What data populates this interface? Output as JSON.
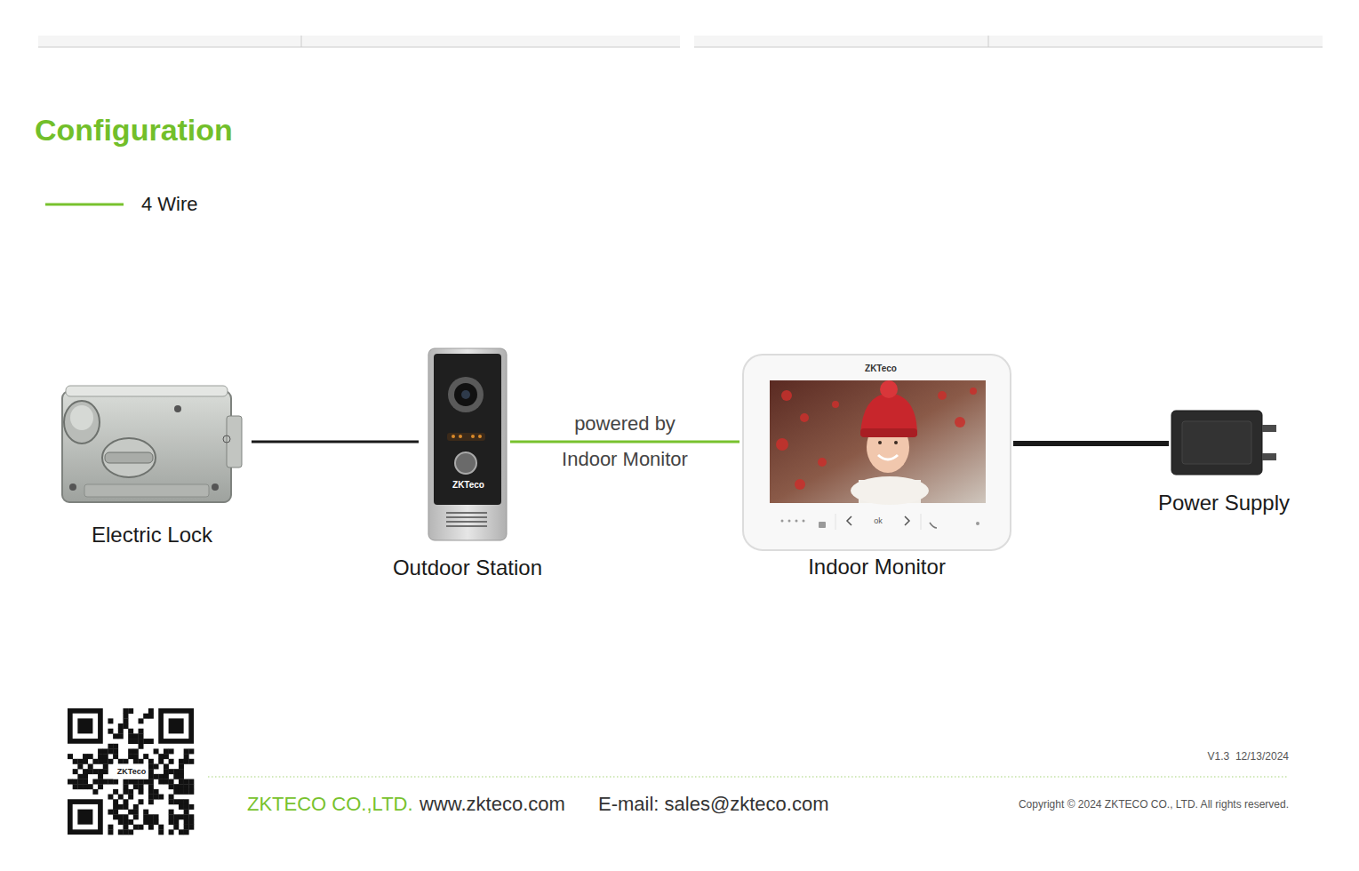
{
  "diagram": {
    "title": "Configuration",
    "nodes": [
      {
        "text": [
          "Electric Lock"
        ]
      },
      {
        "text": [
          "Outdoor Station"
        ]
      },
      {
        "text": [
          "Indoor Monitor"
        ]
      },
      {
        "text": [
          "Power Supply"
        ]
      }
    ],
    "edges": [
      {
        "from": 0,
        "to": 1,
        "arrow": "none"
      },
      {
        "from": 1,
        "to": 2,
        "label": "powered by Indoor Monitor",
        "arrow": "none"
      },
      {
        "from": 2,
        "to": 3,
        "arrow": "none"
      }
    ],
    "labels": [
      "ZKTeco",
      "ZKTeco",
      "ok",
      "ZKTeco",
      "ZKTECO CO.,LTD.",
      "www.zkteco.com",
      "E-mail: sales@zkteco.com",
      "V1.3  12/13/2024",
      "Copyright © 2024 ZKTECO CO., LTD. All rights reserved."
    ],
    "legend": [
      {
        "text": "4 Wire"
      }
    ]
  }
}
